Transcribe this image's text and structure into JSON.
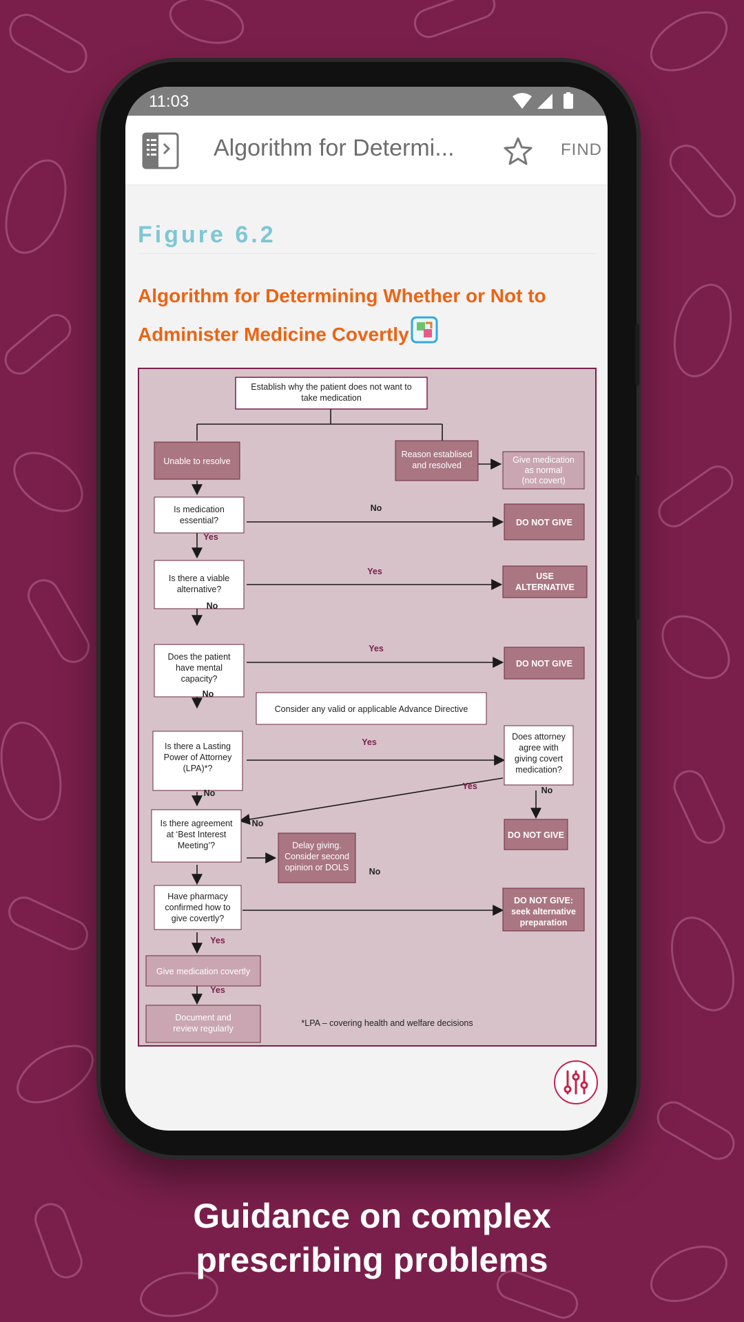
{
  "status_bar": {
    "time": "11:03"
  },
  "app_bar": {
    "title": "Algorithm for Determi...",
    "find_label": "FIND",
    "icons": [
      "table-of-contents-icon",
      "star-icon"
    ]
  },
  "content": {
    "figure_label": "Figure 6.2",
    "figure_title": "Algorithm for Determining Whether or Not to Administer Medicine Covertly"
  },
  "flowchart": {
    "start": "Establish why the patient does not want to take medication",
    "unable": "Unable to resolve",
    "resolved": "Reason establised and resolved",
    "give_normal": "Give medication as normal (not covert)",
    "q_essential": "Is medication essential?",
    "q_alternative": "Is there a viable alternative?",
    "q_capacity": "Does the patient have mental capacity?",
    "advance_directive": "Consider any valid or applicable Advance Directive",
    "q_lpa": "Is there a Lasting Power of Attorney (LPA)*?",
    "q_attorney": "Does attorney agree with giving covert medication?",
    "q_bim": "Is there agreement at ‘Best Interest Meeting’?",
    "delay": "Delay giving. Consider second opinion or DOLS",
    "q_pharmacy": "Have pharmacy confirmed how to give covertly?",
    "give_covert": "Give medication covertly",
    "document": "Document and review regularly",
    "do_not_give": "DO NOT GIVE",
    "use_alternative": "USE ALTERNATIVE",
    "do_not_give_seek": "DO NOT GIVE: seek alternative preparation",
    "footnote": "*LPA – covering health and welfare decisions",
    "yes": "Yes",
    "no": "No"
  },
  "caption": {
    "line1": "Guidance on complex",
    "line2": "prescribing problems"
  },
  "colors": {
    "background": "#7a1f4b",
    "figure_label": "#7ec7d4",
    "figure_title": "#ec6412",
    "flow_fill": "#d7c2ca",
    "flow_dark_box": "#a97682",
    "flow_light_box": "#c9a6b1",
    "fab_accent": "#c4214a"
  }
}
